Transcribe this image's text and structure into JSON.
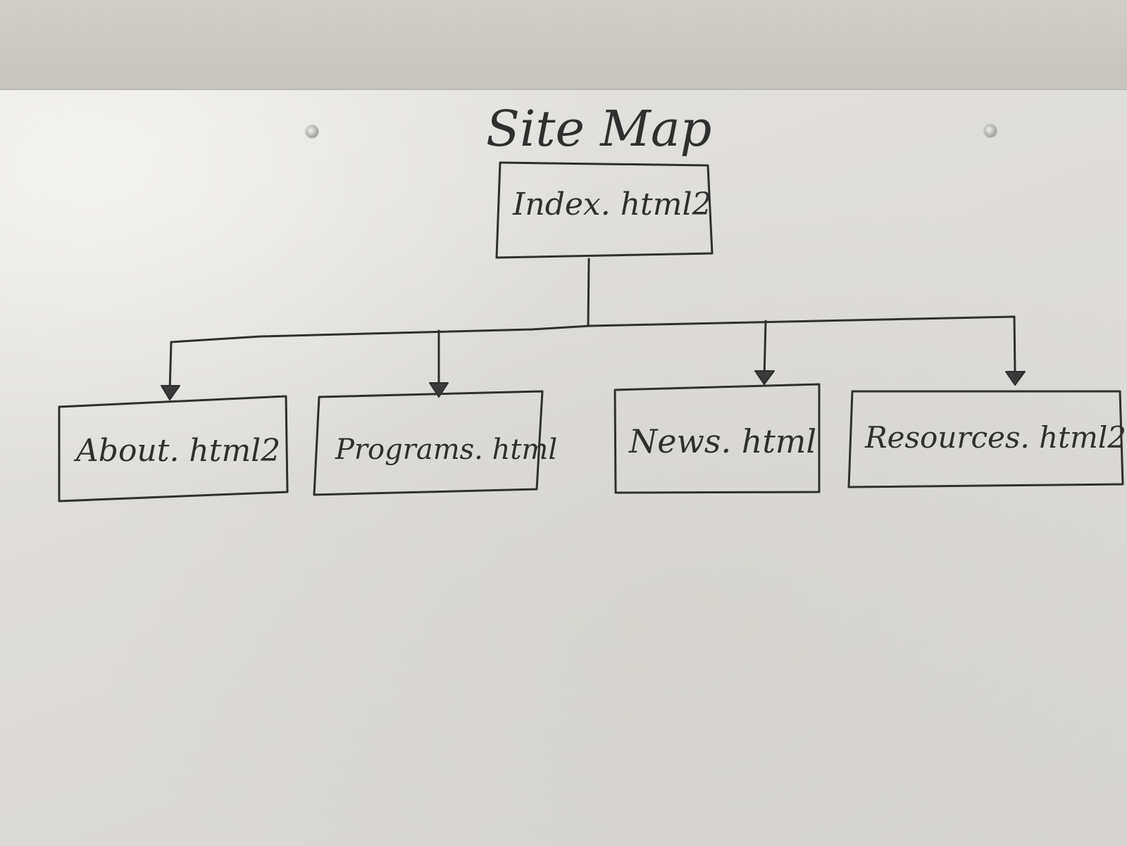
{
  "diagram": {
    "title": "Site Map",
    "root": {
      "label": "Index. html2"
    },
    "children": [
      {
        "label": "About. html2"
      },
      {
        "label": "Programs. html"
      },
      {
        "label": "News. html"
      },
      {
        "label": "Resources. html2"
      }
    ]
  },
  "colors": {
    "marker": "#2f2f2f",
    "board": "#e0dfdb",
    "wall": "#cbc9c3"
  }
}
